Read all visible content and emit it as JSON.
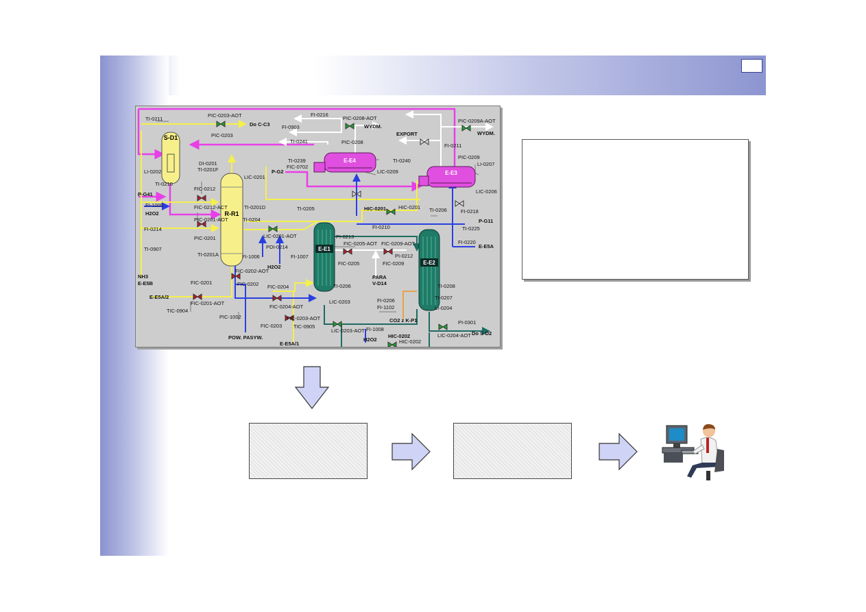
{
  "colors": {
    "background_grad": "#8b93cf",
    "pipe_yellow": "#f5f04a",
    "pipe_magenta": "#e83fe8",
    "pipe_blue": "#2a3fe0",
    "pipe_white": "#ffffff",
    "pipe_teal": "#1d6b63",
    "vessel_yellow": "#f7f08a",
    "heater_magenta": "#e04fe0",
    "exchanger_green": "#1f7a66",
    "valve_red": "#b41e2a",
    "valve_green": "#1fa030",
    "arrow_fill": "#cfd3f5"
  },
  "diagram": {
    "equipment": {
      "sd1": "S-D1",
      "rr1": "R-R1",
      "ee1": "E-E1",
      "ee2": "E-E2",
      "ee3": "E-E3",
      "ee4": "E-E4"
    },
    "tags": {
      "ti0211": "TI-0211",
      "pic0203aot": "PIC-0203-AOT",
      "doc3": "Do C-C3",
      "pic0203": "PIC-0203",
      "fi0216": "FI-0216",
      "pic0208aot": "PIC-0208-AOT",
      "wydm1": "WYDM.",
      "fi0903": "FI-0903",
      "ti0241": "TI-0241",
      "pic0208": "PIC-0208",
      "export": "EXPORT",
      "fi0211": "FI-0211",
      "pic0209aaot": "PIC-0209A-AOT",
      "wydm2": "WYDM.",
      "pic0209": "PIC-0209",
      "li0207": "LI-0207",
      "ti0240": "TI-0240",
      "di0201": "DI-0201",
      "ti0201f": "TI-0201F",
      "ti0239": "TI-0239",
      "fic0702": "FIC-0702",
      "pg2": "P-G2",
      "lic0201": "LIC-0201",
      "lic0209": "LIC-0209",
      "li0202": "LI-0202",
      "ti0210": "TI-0210",
      "fic0212": "FIC-0212",
      "pg41": "P-G41",
      "fi1005": "FI-1005",
      "fic0212act": "FIC-0212-ACT",
      "h2o2a": "H2O2",
      "ti0201d": "TI-0201D",
      "ti0205": "TI-0205",
      "lic0206": "LIC-0206",
      "hic0201a": "HIC-0201",
      "hic0201b": "HIC-0201",
      "ti0206a": "TI-0206",
      "fi0218": "FI-0218",
      "pic0201aot": "PIC-0201-AOT",
      "fi0214": "FI-0214",
      "ti0204": "TI-0204",
      "pg11": "P-G11",
      "ti0225": "TI-0225",
      "fi0210": "FI-0210",
      "pic0201": "PIC-0201",
      "lic0201aot": "LIC-0201-AOT",
      "pi0213": "PI-0213",
      "fic0205aot": "FIC-0205-AOT",
      "fic0209aot": "FIC-0209-AOT",
      "fi0220": "FI-0220",
      "pdi0214": "PDI-0214",
      "ti0907": "TI-0907",
      "ee5a": "E-E5A",
      "ti0201a": "TI-0201A",
      "fi1006": "FI-1006",
      "fi1007": "FI-1007",
      "pi0212": "PI-0212",
      "fic0205": "FIC-0205",
      "fic0209": "FIC-0209",
      "h2o2b": "H2O2",
      "fic0202aot": "FIC-0202-AOT",
      "nh3": "NH3",
      "ee5b": "E-E5B",
      "para": "PARA",
      "vd14": "V-D14",
      "fic0201": "FIC-0201",
      "fic0202": "FIC-0202",
      "fic0204": "FIC-0204",
      "ti0206b": "TI-0206",
      "ti0208": "TI-0208",
      "ee5a2": "E-E5A/2",
      "ti0207": "TI-0207",
      "fic0201aot": "FIC-0201-AOT",
      "fic0204aot": "FIC-0204-AOT",
      "lic0203": "LIC-0203",
      "fi0206": "FI-0206",
      "fi1102": "FI-1102",
      "li0204": "LI-0204",
      "tic0904": "TIC-0904",
      "pic1002": "PIC-1002",
      "fic0203aot": "FIC-0203-AOT",
      "co2": "CO2 z K-P1",
      "fic0203": "FIC-0203",
      "tic0905": "TIC-0905",
      "pi0301": "PI-0301",
      "lic0203aot": "LIC-0203-AOT",
      "fi1008": "FI-1008",
      "hic0202a": "HIC-0202",
      "lic0204aot": "LIC-0204-AOT",
      "dosd2": "Do S-D2",
      "powpasyw": "POW. PASYW.",
      "h2o2c": "H2O2",
      "hic0202b": "HIC-0202",
      "ee5a1": "E-E5A/1"
    }
  }
}
